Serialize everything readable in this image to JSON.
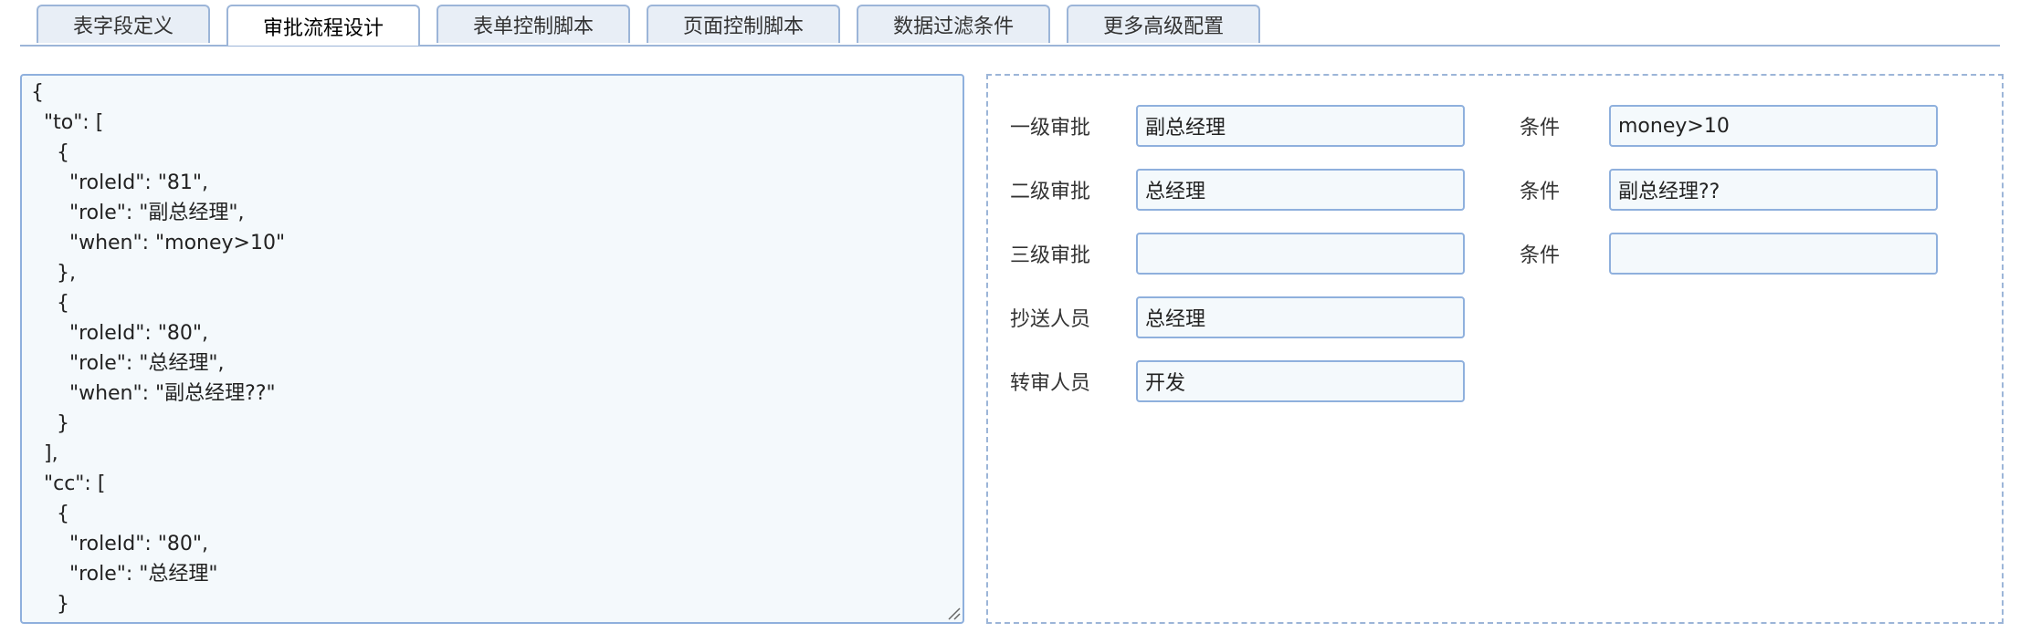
{
  "tabs": [
    {
      "label": "表字段定义"
    },
    {
      "label": "审批流程设计",
      "active": true
    },
    {
      "label": "表单控制脚本"
    },
    {
      "label": "页面控制脚本"
    },
    {
      "label": "数据过滤条件"
    },
    {
      "label": "更多高级配置"
    }
  ],
  "editor": {
    "content": "{\n  \"to\": [\n    {\n      \"roleId\": \"81\",\n      \"role\": \"副总经理\",\n      \"when\": \"money>10\"\n    },\n    {\n      \"roleId\": \"80\",\n      \"role\": \"总经理\",\n      \"when\": \"副总经理??\"\n    }\n  ],\n  \"cc\": [\n    {\n      \"roleId\": \"80\",\n      \"role\": \"总经理\"\n    }\n  ]"
  },
  "form": {
    "level1": {
      "label": "一级审批",
      "value": "副总经理",
      "cond_label": "条件",
      "cond_value": "money>10"
    },
    "level2": {
      "label": "二级审批",
      "value": "总经理",
      "cond_label": "条件",
      "cond_value": "副总经理??"
    },
    "level3": {
      "label": "三级审批",
      "value": "",
      "cond_label": "条件",
      "cond_value": ""
    },
    "cc": {
      "label": "抄送人员",
      "value": "总经理"
    },
    "transfer": {
      "label": "转审人员",
      "value": "开发"
    }
  },
  "colors": {
    "border": "#8fb0dd",
    "field_bg": "#f4f9fc",
    "tab_bg": "#e8eef6"
  }
}
